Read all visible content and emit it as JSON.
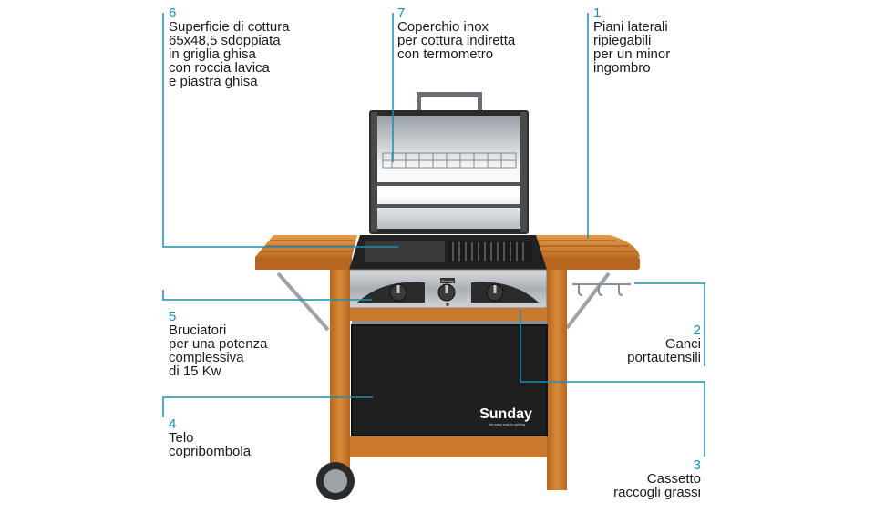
{
  "callouts": [
    {
      "id": "c6",
      "number": "6",
      "text": "Superficie di cottura\n65x48,5 sdoppiata\nin griglia ghisa\ncon roccia lavica\ne piastra ghisa"
    },
    {
      "id": "c7",
      "number": "7",
      "text": "Coperchio inox\nper cottura indiretta\ncon termometro"
    },
    {
      "id": "c1",
      "number": "1",
      "text": "Piani laterali\nripiegabili\nper un minor\ningombro"
    },
    {
      "id": "c5",
      "number": "5",
      "text": "Bruciatori\nper una potenza\ncomplessiva\ndi 15 Kw"
    },
    {
      "id": "c2",
      "number": "2",
      "text": "Ganci\nportautensili"
    },
    {
      "id": "c4",
      "number": "4",
      "text": "Telo\ncopribombola"
    },
    {
      "id": "c3",
      "number": "3",
      "text": "Cassetto\nraccogli grassi"
    }
  ],
  "brand": {
    "name": "Sunday",
    "tagline": "the easy way to grilling"
  },
  "knob_plate_label": "Sunday",
  "colors": {
    "accent": "#1a8fb0",
    "wood": "#c9782e",
    "steel": "#b8bcc0",
    "dark": "#2b2b2b"
  }
}
